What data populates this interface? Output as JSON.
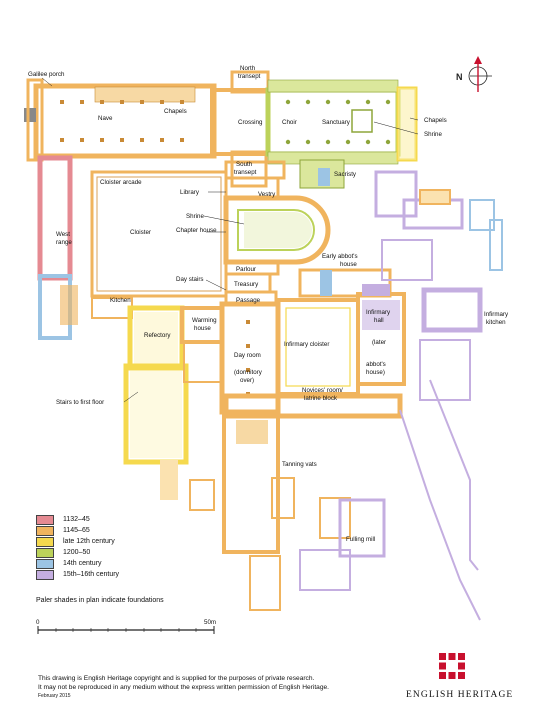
{
  "plan_labels": {
    "galilee_porch": "Galilee porch",
    "nave": "Nave",
    "chapels_n": "Chapels",
    "north_transept_1": "North",
    "north_transept_2": "transept",
    "crossing": "Crossing",
    "choir": "Choir",
    "sanctuary": "Sanctuary",
    "chapels_e": "Chapels",
    "shrine_e": "Shrine",
    "south_transept_1": "South",
    "south_transept_2": "transept",
    "sacristy": "Sacristy",
    "cloister_arcade": "Cloister arcade",
    "library": "Library",
    "vestry": "Vestry",
    "shrine_ch": "Shrine",
    "chapter_house": "Chapter house",
    "cloister": "Cloister",
    "west_range_1": "West",
    "west_range_2": "range",
    "early_abbots_1": "Early abbot's",
    "early_abbots_2": "house",
    "parlour": "Parlour",
    "day_stairs": "Day stairs",
    "treasury": "Treasury",
    "passage": "Passage",
    "kitchen": "Kitchen",
    "infirmary_kitchen_1": "Infirmary",
    "infirmary_kitchen_2": "kitchen",
    "warming_1": "Warming",
    "warming_2": "house",
    "refectory": "Refectory",
    "infirmary_hall_1": "Infirmary",
    "infirmary_hall_2": "hall",
    "infirmary_cloister": "Infirmary cloister",
    "day_room": "Day room",
    "later_abbots_1": "(later",
    "later_abbots_2": "abbot's",
    "later_abbots_3": "house)",
    "dormitory_1": "(dormitory",
    "dormitory_2": "over)",
    "stairs_first_floor": "Stairs to first floor",
    "novices_1": "Novices' room/",
    "novices_2": "latrine block",
    "tanning_vats": "Tanning vats",
    "fulling_mill": "Fulling mill",
    "north_symbol": "N"
  },
  "legend": [
    {
      "label": "1132–45",
      "color": "#e58a92"
    },
    {
      "label": "1145–65",
      "color": "#f0b45e"
    },
    {
      "label": "late 12th century",
      "color": "#f5d94e"
    },
    {
      "label": "1200–50",
      "color": "#bcd25a"
    },
    {
      "label": "14th century",
      "color": "#9cc4e4"
    },
    {
      "label": "15th–16th century",
      "color": "#c4aee0"
    }
  ],
  "legend_note": "Paler shades in plan indicate foundations",
  "scale": {
    "start": "0",
    "end": "50m"
  },
  "copyright": {
    "line1": "This drawing is English Heritage copyright and is supplied for the purposes of private research.",
    "line2": "It may not be reproduced in any medium without the express written permission of English Heritage.",
    "date": "February 2015"
  },
  "brand": {
    "name": "ENGLISH HERITAGE",
    "logo_color": "#c8102e"
  }
}
